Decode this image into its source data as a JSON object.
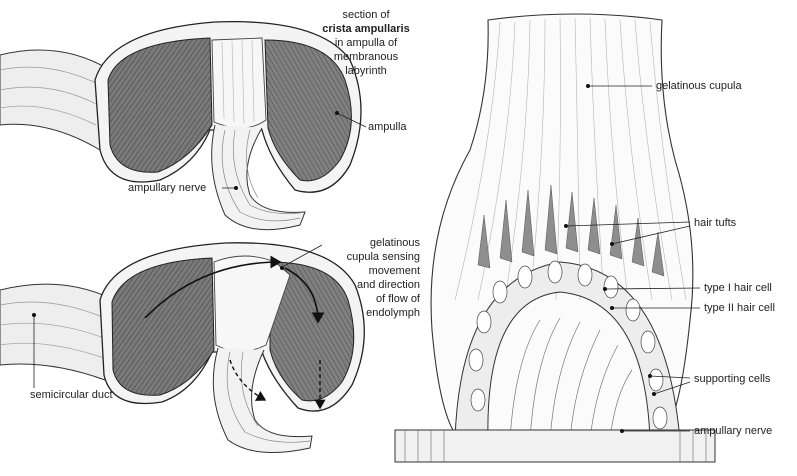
{
  "labels": {
    "section_l1": "section of",
    "section_l2": "crista ampullaris",
    "section_l3": "in ampulla of",
    "section_l4": "membranous",
    "section_l5": "labyrinth",
    "ampulla": "ampulla",
    "ampullary_nerve_top": "ampullary nerve",
    "gel_l1": "gelatinous",
    "gel_l2": "cupula sensing",
    "gel_l3": "movement",
    "gel_l4": "and direction",
    "gel_l5": "of flow of",
    "gel_l6": "endolymph",
    "semicircular_duct": "semicircular duct",
    "gelatinous_cupula": "gelatinous cupula",
    "hair_tufts": "hair tufts",
    "type1": "type I hair cell",
    "type2": "type II hair cell",
    "supporting": "supporting cells",
    "ampullary_nerve_right": "ampullary nerve"
  },
  "colors": {
    "ink": "#222222",
    "shade": "#6b6b6b",
    "shade_light": "#9a9a9a"
  }
}
